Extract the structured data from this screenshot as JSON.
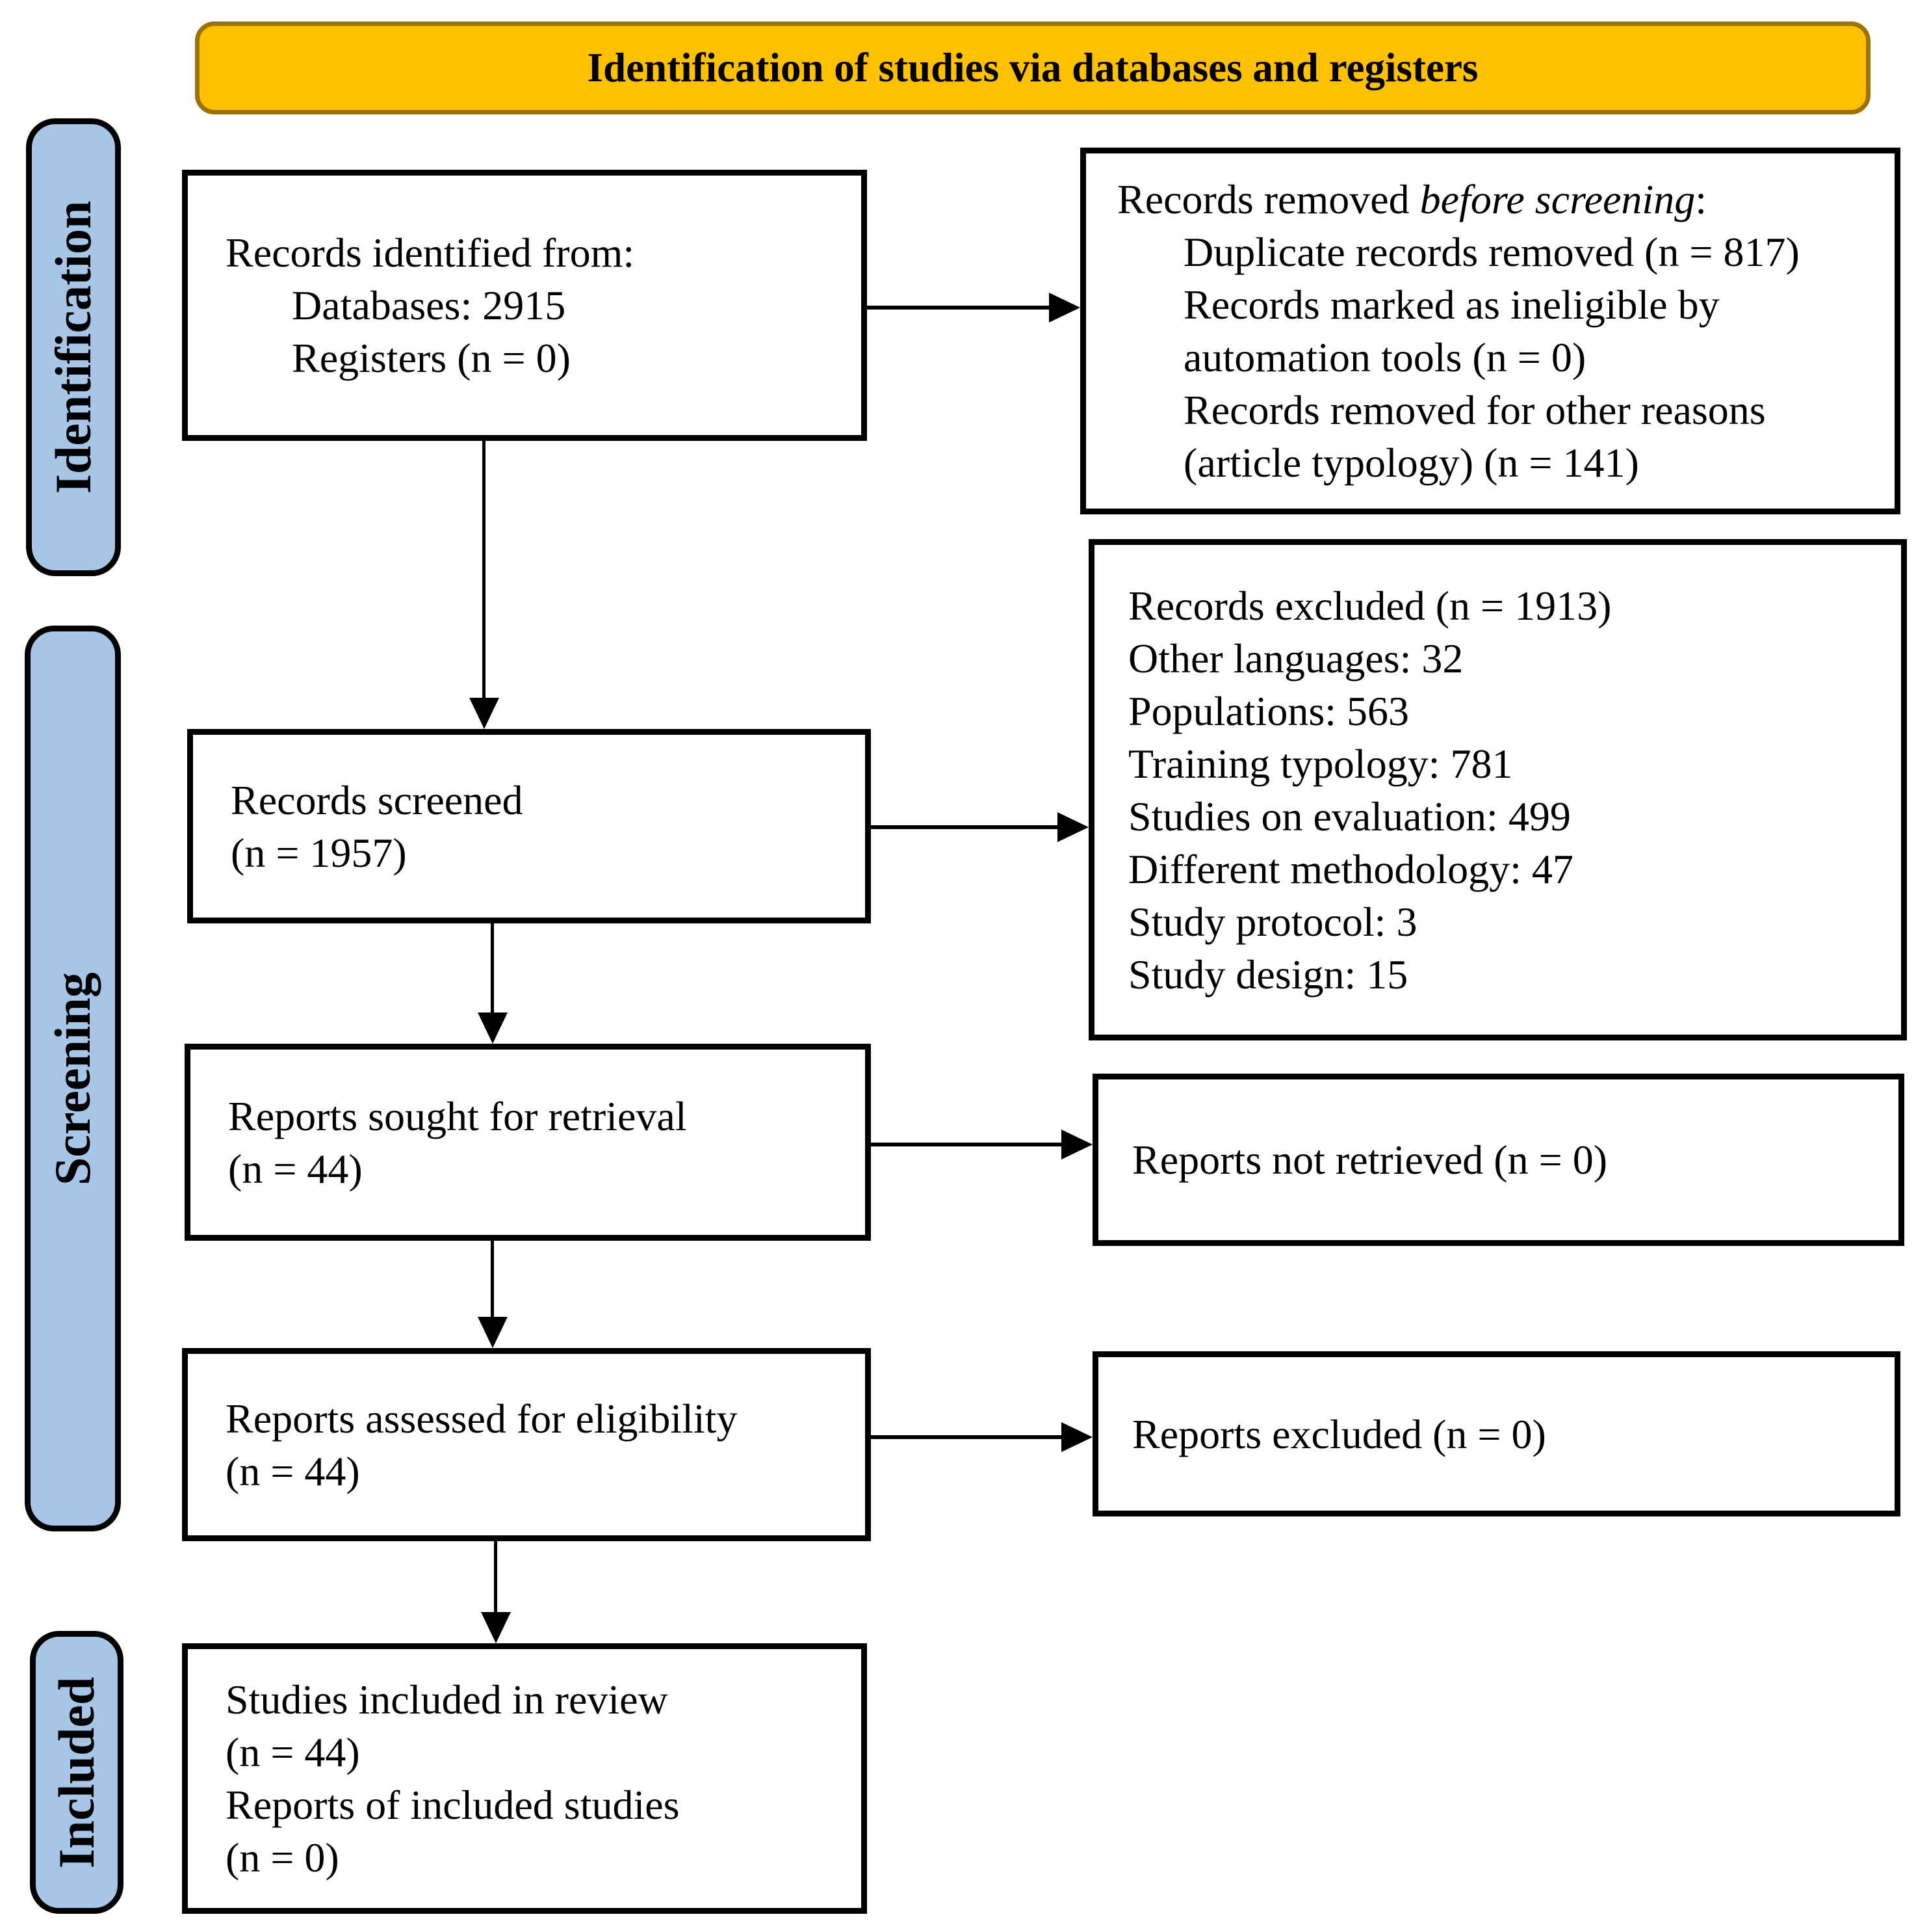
{
  "banner": {
    "title": "Identification of studies via databases and registers"
  },
  "colors": {
    "banner_fill": "#FFC000",
    "banner_border": "#9C7303",
    "stage_fill": "#A7C6E7",
    "box_border": "#000000"
  },
  "stages": {
    "identification": "Identification",
    "screening": "Screening",
    "included": "Included"
  },
  "boxes": {
    "records_identified": {
      "line1": "Records identified from:",
      "line2": "Databases: 2915",
      "line3": "Registers (n = 0)"
    },
    "records_removed": {
      "line1_prefix": "Records removed ",
      "line1_italic": "before screening",
      "line1_suffix": ":",
      "line2": "Duplicate records removed (n = 817)",
      "line3": "Records marked as ineligible by",
      "line4": "automation tools (n = 0)",
      "line5": "Records removed for other reasons",
      "line6": "(article typology) (n = 141)"
    },
    "records_screened": {
      "line1": "Records screened",
      "line2": "(n = 1957)"
    },
    "records_excluded": {
      "line1": "Records excluded (n = 1913)",
      "line2": "Other languages: 32",
      "line3": "Populations: 563",
      "line4": "Training typology: 781",
      "line5": "Studies on evaluation: 499",
      "line6": "Different methodology: 47",
      "line7": "Study protocol: 3",
      "line8": "Study design: 15"
    },
    "reports_sought": {
      "line1": "Reports sought for retrieval",
      "line2": "(n = 44)"
    },
    "reports_not_retrieved": {
      "line1": "Reports not retrieved (n = 0)"
    },
    "reports_assessed": {
      "line1": "Reports assessed for eligibility",
      "line2": "(n = 44)"
    },
    "reports_excluded": {
      "line1": "Reports excluded (n = 0)"
    },
    "studies_included": {
      "line1": "Studies included in review",
      "line2": "(n = 44)",
      "line3": "Reports of included studies",
      "line4": "(n = 0)"
    }
  }
}
